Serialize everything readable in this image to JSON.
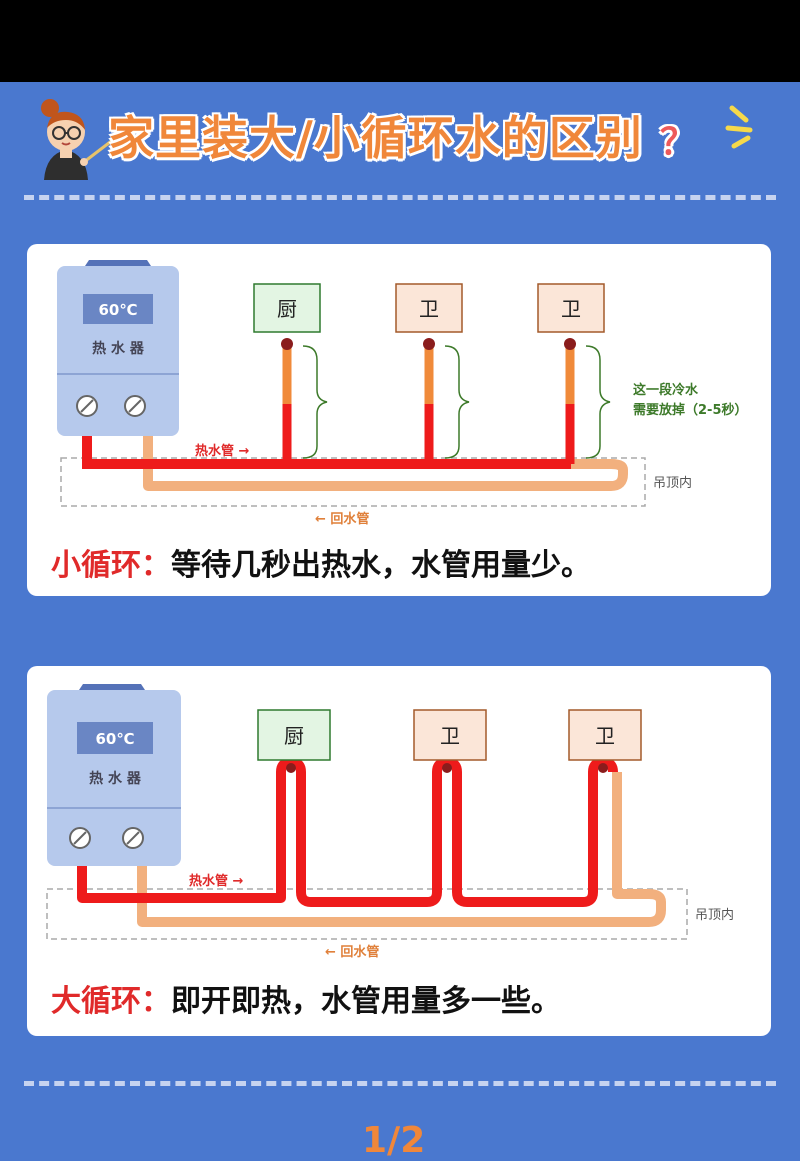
{
  "page": {
    "title": "家里装大/小循环水的区别",
    "title_mark": "？",
    "pager": "1/2"
  },
  "heater": {
    "temperature": "60℃",
    "label": "热 水 器"
  },
  "small_loop": {
    "rooms": [
      "厨",
      "卫",
      "卫"
    ],
    "hot_pipe_label": "热水管 →",
    "return_pipe_label": "← 回水管",
    "ceiling_label": "吊顶内",
    "note_line1": "这一段冷水",
    "note_line2": "需要放掉（2-5秒）",
    "caption_key": "小循环：",
    "caption_text": "等待几秒出热水，水管用量少。"
  },
  "big_loop": {
    "rooms": [
      "厨",
      "卫",
      "卫"
    ],
    "hot_pipe_label": "热水管 →",
    "return_pipe_label": "← 回水管",
    "ceiling_label": "吊顶内",
    "caption_key": "大循环：",
    "caption_text": "即开即热，水管用量多一些。"
  },
  "colors": {
    "background": "#4a78cf",
    "hot_pipe": "#ee1b1b",
    "return_pipe": "#f2b07e",
    "title": "#f0873a",
    "caption_key": "#e02a2a",
    "note": "#3d7a2a",
    "kitchen_box": "#e3f5e3",
    "bath_box": "#fbe6d8",
    "heater_body": "#b6c9ec",
    "heater_display": "#6a86c4"
  },
  "icons": [
    "teacher-avatar-icon",
    "sparkle-icon",
    "valve-icon"
  ]
}
